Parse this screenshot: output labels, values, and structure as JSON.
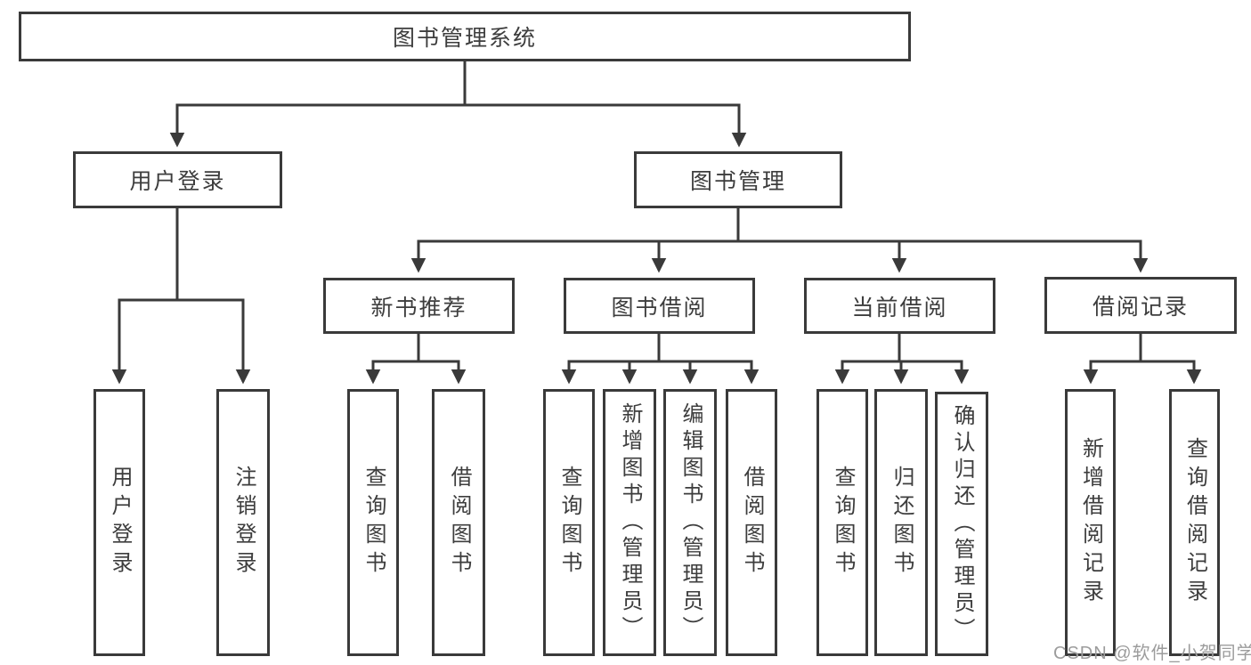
{
  "diagram": {
    "root": "图书管理系统",
    "user_login": {
      "label": "用户登录",
      "children": [
        "用户登录",
        "注销登录"
      ]
    },
    "book_management": {
      "label": "图书管理",
      "sections": {
        "new_books": {
          "label": "新书推荐",
          "children": [
            "查询图书",
            "借阅图书"
          ]
        },
        "borrowing": {
          "label": "图书借阅",
          "children": [
            "查询图书",
            "新增图书（管理员）",
            "编辑图书（管理员）",
            "借阅图书"
          ]
        },
        "current": {
          "label": "当前借阅",
          "children": [
            "查询图书",
            "归还图书",
            "确认归还（管理员）"
          ]
        },
        "records": {
          "label": "借阅记录",
          "children": [
            "新增借阅记录",
            "查询借阅记录"
          ]
        }
      }
    }
  },
  "watermark": "CSDN @软件_小贺同学",
  "colors": {
    "line": "#3a3a3a",
    "box_border": "#3a3a3a",
    "text": "#3d3d3d",
    "watermark": "#9c9c9c",
    "background": "#ffffff"
  }
}
